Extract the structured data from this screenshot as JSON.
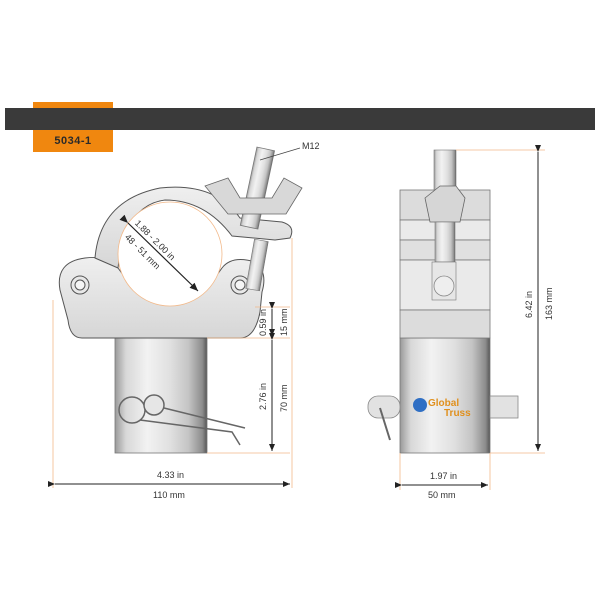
{
  "header": {
    "product_code": "5034-1",
    "accent_color": "#f0870f",
    "bar_color": "#3a3a3a"
  },
  "side_view": {
    "thread_label": "M12",
    "tube_diameter_in": "1.88 - 2.00 in",
    "tube_diameter_mm": "48 - 51 mm",
    "flange_height_in": "0.59 in",
    "flange_height_mm": "15 mm",
    "spigot_height_in": "2.76 in",
    "spigot_height_mm": "70 mm",
    "overall_width_in": "4.33 in",
    "overall_width_mm": "110 mm"
  },
  "front_view": {
    "overall_height_in": "6.42 in",
    "overall_height_mm": "163 mm",
    "spigot_width_in": "1.97 in",
    "spigot_width_mm": "50 mm",
    "logo_line1": "Global",
    "logo_line2": "Truss"
  },
  "colors": {
    "dimension_line": "#f2b98a",
    "arrow": "#222222",
    "metal_light": "#e6e6e6",
    "metal_mid": "#c8c8c8",
    "metal_dark": "#8a8a8a"
  }
}
